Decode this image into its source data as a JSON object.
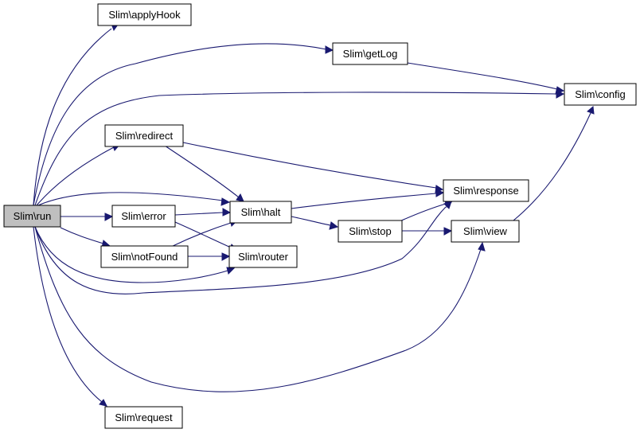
{
  "diagram": {
    "root": "Slim\\run",
    "colors": {
      "edge": "#191970",
      "root_fill": "#bfbfbf",
      "node_fill": "#ffffff"
    },
    "nodes": {
      "run": "Slim\\run",
      "applyHook": "Slim\\applyHook",
      "getLog": "Slim\\getLog",
      "config": "Slim\\config",
      "redirect": "Slim\\redirect",
      "response": "Slim\\response",
      "error": "Slim\\error",
      "halt": "Slim\\halt",
      "stop": "Slim\\stop",
      "view": "Slim\\view",
      "notFound": "Slim\\notFound",
      "router": "Slim\\router",
      "request": "Slim\\request"
    },
    "edges": [
      [
        "run",
        "applyHook"
      ],
      [
        "run",
        "getLog"
      ],
      [
        "run",
        "config"
      ],
      [
        "run",
        "redirect"
      ],
      [
        "run",
        "halt"
      ],
      [
        "run",
        "error"
      ],
      [
        "run",
        "notFound"
      ],
      [
        "run",
        "router"
      ],
      [
        "run",
        "response"
      ],
      [
        "run",
        "view"
      ],
      [
        "run",
        "request"
      ],
      [
        "getLog",
        "config"
      ],
      [
        "redirect",
        "response"
      ],
      [
        "redirect",
        "halt"
      ],
      [
        "error",
        "halt"
      ],
      [
        "error",
        "router"
      ],
      [
        "notFound",
        "halt"
      ],
      [
        "notFound",
        "router"
      ],
      [
        "halt",
        "response"
      ],
      [
        "halt",
        "stop"
      ],
      [
        "stop",
        "response"
      ],
      [
        "stop",
        "view"
      ],
      [
        "view",
        "config"
      ]
    ]
  }
}
